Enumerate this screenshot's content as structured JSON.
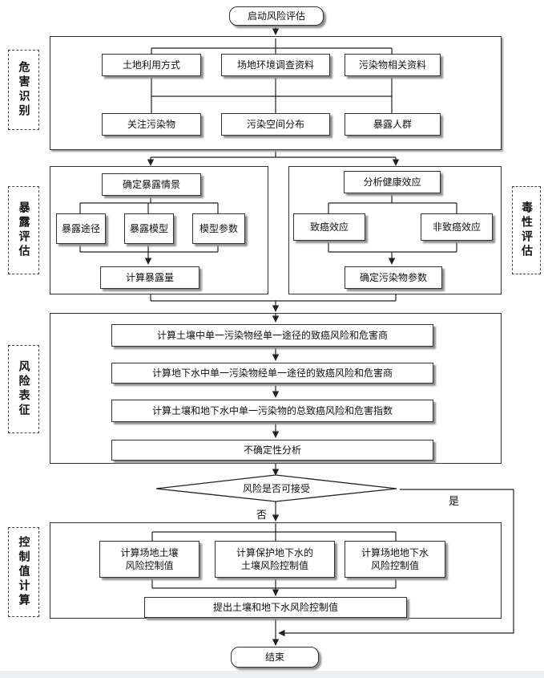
{
  "nodes": {
    "start": "启动风险评估",
    "land_use": "土地利用方式",
    "site_survey": "场地环境调查资料",
    "pollutant_info": "污染物相关资料",
    "concern_pollutants": "关注污染物",
    "spatial_distribution": "污染空间分布",
    "exposed_population": "暴露人群",
    "exposure_scenario": "确定暴露情景",
    "exposure_pathway": "暴露途径",
    "exposure_model": "暴露模型",
    "model_params": "模型参数",
    "calc_exposure": "计算暴露量",
    "health_effects": "分析健康效应",
    "carcinogenic": "致癌效应",
    "non_carcinogenic": "非致癌效应",
    "pollutant_params": "确定污染物参数",
    "calc_soil_risk": "计算土壤中单一污染物经单一途径的致癌风险和危害商",
    "calc_gw_risk": "计算地下水中单一污染物经单一途径的致癌风险和危害商",
    "calc_total_risk": "计算土壤和地下水中单一污染物的总致癌风险和危害指数",
    "uncertainty": "不确定性分析",
    "acceptable": "风险是否可接受",
    "ctrl_soil": "计算场地土壤\n风险控制值",
    "ctrl_gw_protect": "计算保护地下水的\n土壤风险控制值",
    "ctrl_gw": "计算场地地下水\n风险控制值",
    "propose_ctrl": "提出土壤和地下水风险控制值",
    "end": "结束"
  },
  "edge_labels": {
    "no": "否",
    "yes": "是"
  },
  "stages": {
    "hazard_id": "危害识别",
    "exposure_assessment": "暴露评估",
    "toxicity_assessment": "毒性评估",
    "risk_characterization": "风险表征",
    "control_value_calc": "控制值计算"
  },
  "colors": {
    "line": "#222222",
    "shadow": "#8f8f8f",
    "background": "#ffffff"
  }
}
